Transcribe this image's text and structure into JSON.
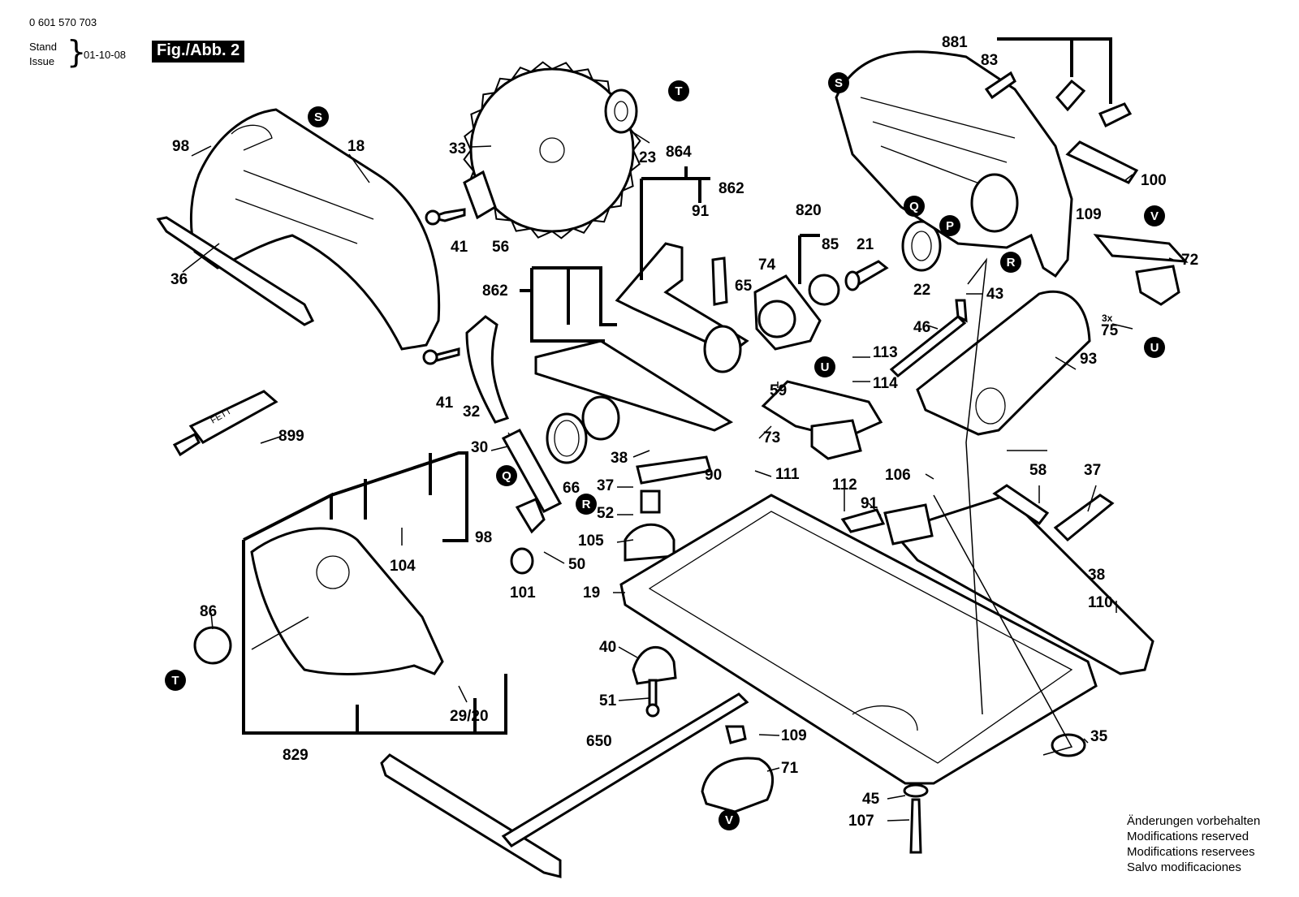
{
  "header": {
    "part_number": "0 601 570 703",
    "stand": "Stand",
    "issue": "Issue",
    "brace": "}",
    "date": "01-10-08",
    "figure_title": "Fig./Abb. 2"
  },
  "disclaimer": [
    "Änderungen vorbehalten",
    "Modifications reserved",
    "Modifications reservees",
    "Salvo modificaciones"
  ],
  "diagram": {
    "labels": [
      "98",
      "18",
      "36",
      "41",
      "33",
      "23",
      "56",
      "864",
      "91",
      "862",
      "820",
      "74",
      "85",
      "21",
      "22",
      "881",
      "83",
      "100",
      "109",
      "72",
      "43",
      "46",
      "93",
      "75",
      "3x",
      "113",
      "114",
      "65",
      "59",
      "32",
      "899",
      "30",
      "38",
      "90",
      "73",
      "111",
      "106",
      "112",
      "58",
      "37",
      "52",
      "105",
      "66",
      "50",
      "101",
      "104",
      "86",
      "829",
      "29/20",
      "19",
      "40",
      "51",
      "650",
      "109",
      "71",
      "45",
      "107",
      "35",
      "110",
      "38",
      "91",
      "41",
      "862",
      "37",
      "98"
    ],
    "markers": [
      "S",
      "S",
      "T",
      "T",
      "Q",
      "Q",
      "P",
      "R",
      "R",
      "V",
      "V",
      "U",
      "U"
    ]
  }
}
